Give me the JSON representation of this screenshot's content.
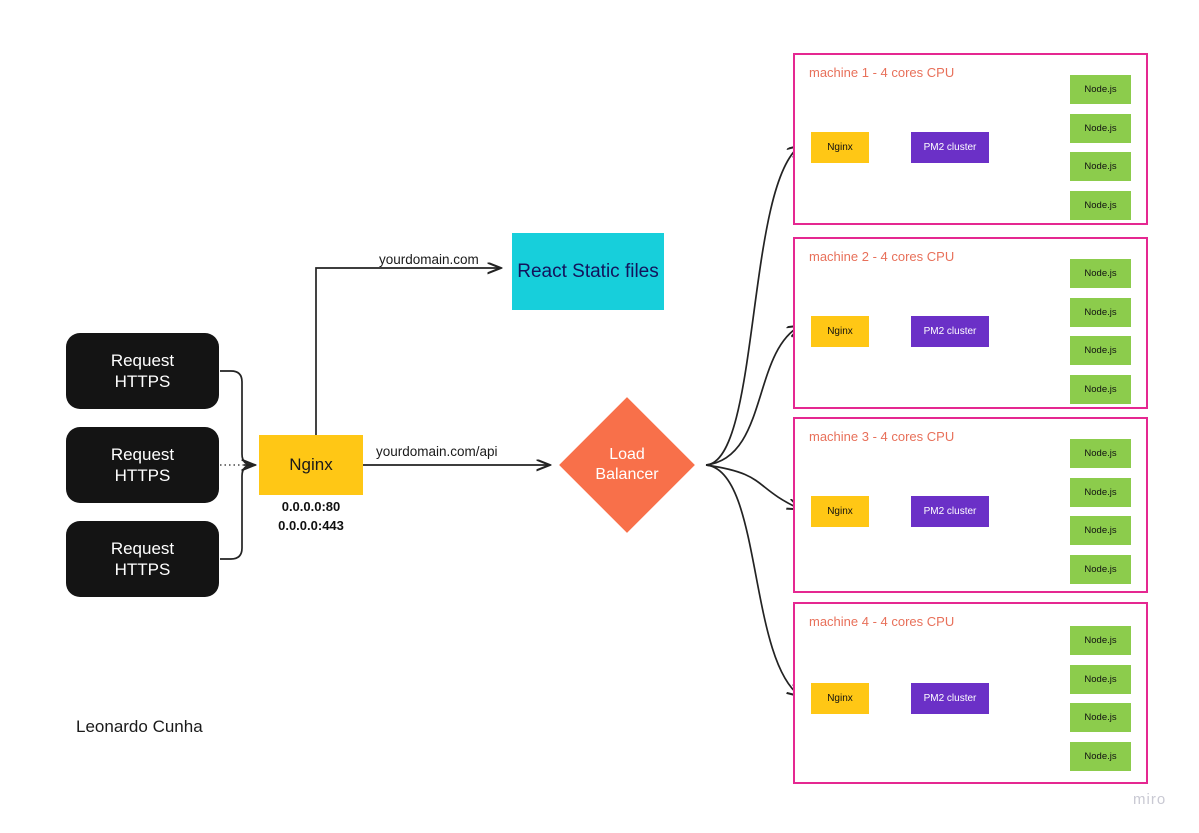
{
  "diagram": {
    "author": "Leonardo Cunha",
    "watermark": "miro",
    "colors": {
      "request": "#141414",
      "nginx": "#FFC715",
      "react": "#17CFDB",
      "load_balancer": "#F8704A",
      "pm2": "#6B30C7",
      "nodejs": "#8CCC4C",
      "machine_border": "#E52891",
      "machine_label": "#E8705A"
    }
  },
  "requests": [
    {
      "line1": "Request",
      "line2": "HTTPS"
    },
    {
      "line1": "Request",
      "line2": "HTTPS"
    },
    {
      "line1": "Request",
      "line2": "HTTPS"
    }
  ],
  "entry": {
    "nginx_label": "Nginx",
    "port_http": "0.0.0.0:80",
    "port_https": "0.0.0.0:443"
  },
  "edge_labels": {
    "static": "yourdomain.com",
    "api": "yourdomain.com/api"
  },
  "react": {
    "label": "React Static files"
  },
  "load_balancer": {
    "line1": "Load",
    "line2": "Balancer"
  },
  "machines": [
    {
      "label": "machine 1 - 4 cores CPU",
      "nginx": "Nginx",
      "pm2": "PM2 cluster",
      "workers": [
        "Node.js",
        "Node.js",
        "Node.js",
        "Node.js"
      ]
    },
    {
      "label": "machine 2 - 4 cores CPU",
      "nginx": "Nginx",
      "pm2": "PM2 cluster",
      "workers": [
        "Node.js",
        "Node.js",
        "Node.js",
        "Node.js"
      ]
    },
    {
      "label": "machine 3 - 4 cores CPU",
      "nginx": "Nginx",
      "pm2": "PM2 cluster",
      "workers": [
        "Node.js",
        "Node.js",
        "Node.js",
        "Node.js"
      ]
    },
    {
      "label": "machine 4 - 4 cores CPU",
      "nginx": "Nginx",
      "pm2": "PM2 cluster",
      "workers": [
        "Node.js",
        "Node.js",
        "Node.js",
        "Node.js"
      ]
    }
  ]
}
